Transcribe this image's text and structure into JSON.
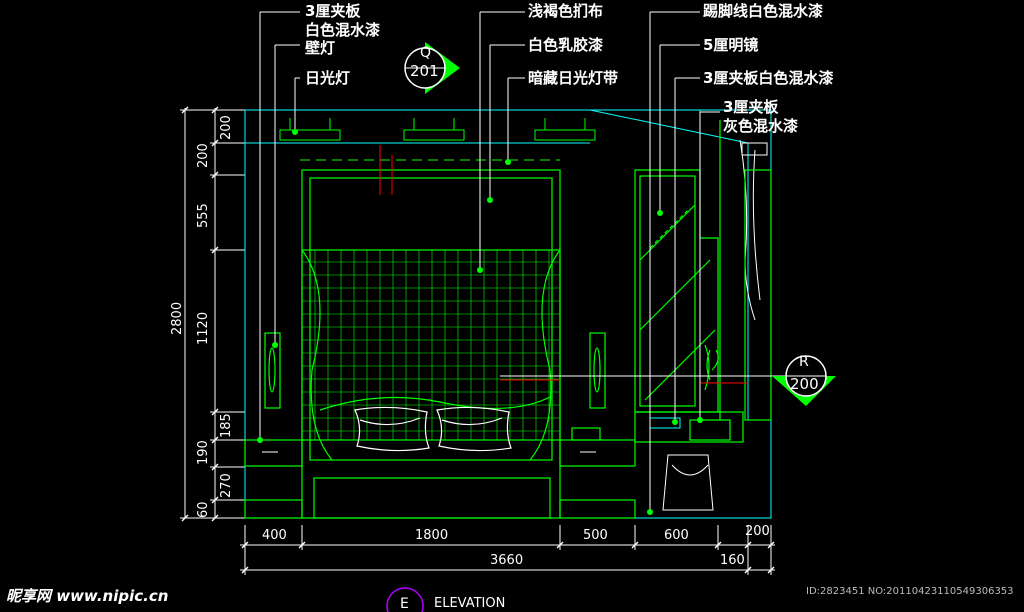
{
  "labels": {
    "l1": "3厘夹板",
    "l2": "白色混水漆",
    "l3": "壁灯",
    "l4": "日光灯",
    "r1": "浅褐色扪布",
    "r2": "白色乳胶漆",
    "r3": "暗藏日光灯带",
    "s1": "踢脚线白色混水漆",
    "s2": "5厘明镜",
    "s3": "3厘夹板白色混水漆",
    "s4": "3厘夹板",
    "s5": "灰色混水漆"
  },
  "markers": {
    "q_letter": "Q",
    "q_num": "201",
    "r_letter": "R",
    "r_num": "200",
    "e_letter": "E"
  },
  "dims_h": [
    "400",
    "1800",
    "500",
    "600",
    "200",
    "3660",
    "160"
  ],
  "dims_v": [
    "200",
    "200",
    "555",
    "1120",
    "185",
    "190",
    "270",
    "60",
    "2800"
  ],
  "footer": {
    "title": "ELEVATION",
    "watermark": "昵享网 www.nipic.cn",
    "id": "ID:2823451 NO:20110423110549306353"
  },
  "colors": {
    "line": "#00ff00",
    "cyan": "#00ffff",
    "white": "#ffffff",
    "red": "#ff0000",
    "bg": "#000000"
  }
}
